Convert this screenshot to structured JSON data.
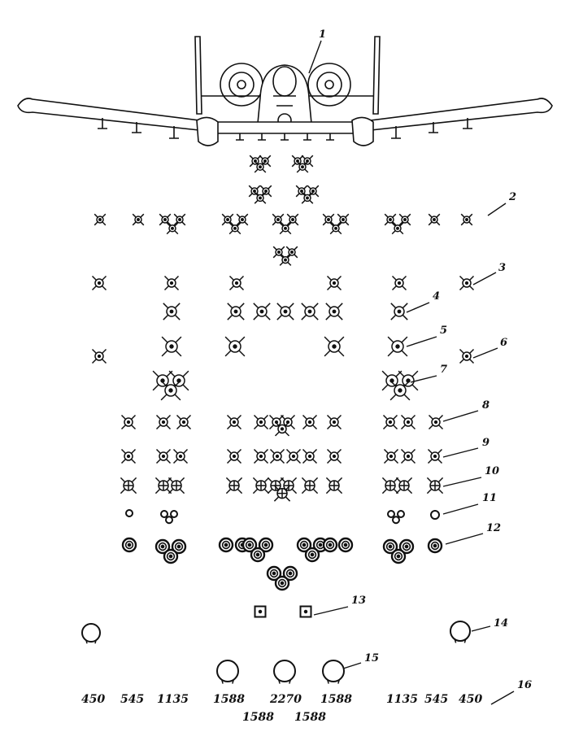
{
  "drawing": {
    "aircraft": "front-view-aircraft",
    "callouts": [
      "1",
      "2",
      "3",
      "4",
      "5",
      "6",
      "7",
      "8",
      "9",
      "10",
      "11",
      "12",
      "13",
      "14",
      "15",
      "16"
    ],
    "weights_row1": [
      "450",
      "545",
      "1135",
      "1588",
      "2270",
      "1588",
      "1135",
      "545",
      "450"
    ],
    "weights_row2": [
      "1588",
      "1588"
    ]
  }
}
